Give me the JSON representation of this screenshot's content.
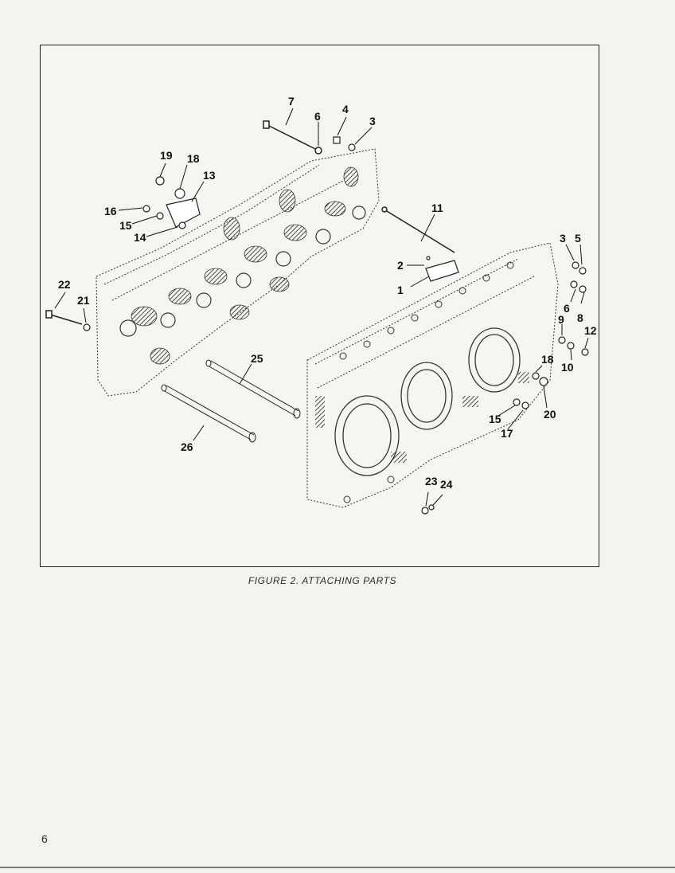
{
  "figure": {
    "caption": "FIGURE 2. ATTACHING PARTS",
    "callouts": [
      {
        "id": "c1",
        "label": "1"
      },
      {
        "id": "c2",
        "label": "2"
      },
      {
        "id": "c3a",
        "label": "3"
      },
      {
        "id": "c3b",
        "label": "3"
      },
      {
        "id": "c4",
        "label": "4"
      },
      {
        "id": "c5",
        "label": "5"
      },
      {
        "id": "c6a",
        "label": "6"
      },
      {
        "id": "c6b",
        "label": "6"
      },
      {
        "id": "c7",
        "label": "7"
      },
      {
        "id": "c8",
        "label": "8"
      },
      {
        "id": "c9",
        "label": "9"
      },
      {
        "id": "c10",
        "label": "10"
      },
      {
        "id": "c11",
        "label": "11"
      },
      {
        "id": "c12",
        "label": "12"
      },
      {
        "id": "c13",
        "label": "13"
      },
      {
        "id": "c14",
        "label": "14"
      },
      {
        "id": "c15a",
        "label": "15"
      },
      {
        "id": "c15b",
        "label": "15"
      },
      {
        "id": "c16",
        "label": "16"
      },
      {
        "id": "c17",
        "label": "17"
      },
      {
        "id": "c18a",
        "label": "18"
      },
      {
        "id": "c18b",
        "label": "18"
      },
      {
        "id": "c19",
        "label": "19"
      },
      {
        "id": "c20",
        "label": "20"
      },
      {
        "id": "c21",
        "label": "21"
      },
      {
        "id": "c22",
        "label": "22"
      },
      {
        "id": "c23",
        "label": "23"
      },
      {
        "id": "c24",
        "label": "24"
      },
      {
        "id": "c25",
        "label": "25"
      },
      {
        "id": "c26",
        "label": "26"
      }
    ]
  },
  "page": {
    "number": "6"
  }
}
